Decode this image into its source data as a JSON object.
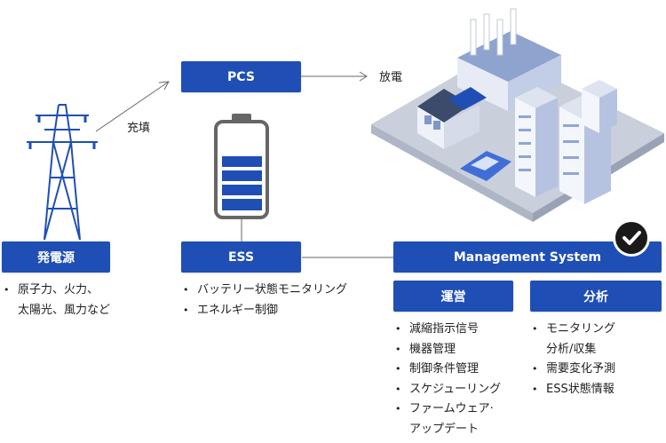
{
  "pcs": "PCS",
  "ess": "ESS",
  "generation": "発電源",
  "management": "Management System",
  "operation": "運営",
  "analysis": "分析",
  "charge_label": "充填",
  "discharge_label": "放電",
  "generation_items": [
    "原子力、火力、",
    "太陽光、風力など"
  ],
  "ess_items": [
    "バッテリー状態モニタリング",
    "エネルギー制御"
  ],
  "operation_items": [
    "減縮指示信号",
    "機器管理",
    "制御条件管理",
    "スケジューリング",
    "ファームウェア·",
    "アップデート"
  ],
  "analysis_items": [
    "モニタリング",
    "分析/収集",
    "需要変化予測",
    "ESS状態情報"
  ],
  "colors": {
    "accent": "#1f4fb5",
    "line": "#555555",
    "check_bg": "#1a1a1a"
  }
}
